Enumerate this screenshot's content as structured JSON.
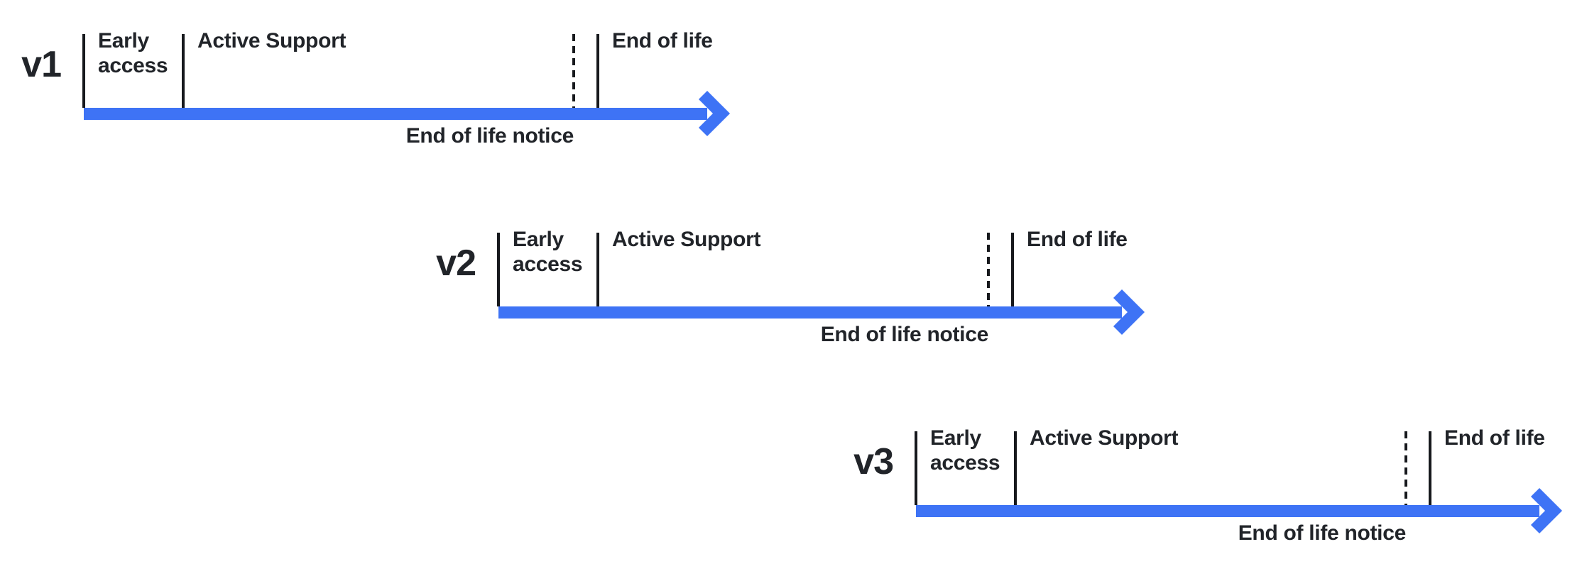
{
  "colors": {
    "arrow": "#3e73f5",
    "line": "#17191d",
    "text": "#212429",
    "background": "#ffffff"
  },
  "diagram": {
    "type": "release-lifecycle-timelines",
    "timelines": [
      {
        "version": "v1",
        "phases": {
          "early_access": "Early access",
          "active_support": "Active Support",
          "end_of_life": "End of life"
        },
        "milestones": {
          "end_of_life_notice": "End of life notice"
        }
      },
      {
        "version": "v2",
        "phases": {
          "early_access": "Early access",
          "active_support": "Active Support",
          "end_of_life": "End of life"
        },
        "milestones": {
          "end_of_life_notice": "End of life notice"
        }
      },
      {
        "version": "v3",
        "phases": {
          "early_access": "Early access",
          "active_support": "Active Support",
          "end_of_life": "End of life"
        },
        "milestones": {
          "end_of_life_notice": "End of life notice"
        }
      }
    ]
  }
}
